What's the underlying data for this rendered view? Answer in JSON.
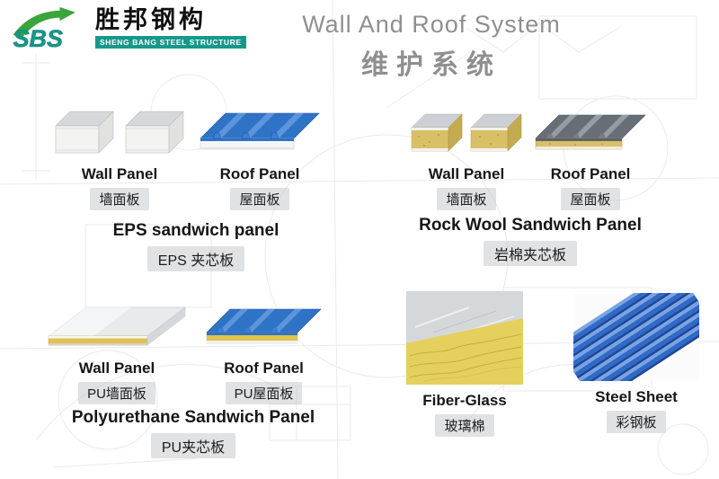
{
  "page": {
    "title_en": "Wall And Roof System",
    "title_zh": "维护系统"
  },
  "logo": {
    "abbr": "SBS",
    "company_zh": "胜邦钢构",
    "company_en": "SHENG BANG STEEL STRUCTURE"
  },
  "sections": [
    {
      "name": "eps",
      "heading_en": "EPS sandwich panel",
      "heading_zh": "EPS 夹芯板",
      "products": [
        {
          "label_en": "Wall Panel",
          "label_zh": "墙面板",
          "icon": "eps-wall-panel-image"
        },
        {
          "label_en": "Roof Panel",
          "label_zh": "屋面板",
          "icon": "eps-roof-panel-image"
        }
      ]
    },
    {
      "name": "rock-wool",
      "heading_en": "Rock Wool Sandwich Panel",
      "heading_zh": "岩棉夹芯板",
      "products": [
        {
          "label_en": "Wall Panel",
          "label_zh": "墙面板",
          "icon": "rock-wool-wall-panel-image"
        },
        {
          "label_en": "Roof Panel",
          "label_zh": "屋面板",
          "icon": "rock-wool-roof-panel-image"
        }
      ]
    },
    {
      "name": "polyurethane",
      "heading_en": "Polyurethane Sandwich Panel",
      "heading_zh": "PU夹芯板",
      "products": [
        {
          "label_en": "Wall Panel",
          "label_zh": "PU墙面板",
          "icon": "pu-wall-panel-image"
        },
        {
          "label_en": "Roof Panel",
          "label_zh": "PU屋面板",
          "icon": "pu-roof-panel-image"
        }
      ]
    },
    {
      "name": "materials",
      "products": [
        {
          "label_en": "Fiber-Glass",
          "label_zh": "玻璃棉",
          "icon": "fiber-glass-image"
        },
        {
          "label_en": "Steel Sheet",
          "label_zh": "彩钢板",
          "icon": "steel-sheet-image"
        }
      ]
    }
  ],
  "colors": {
    "brand_teal": "#17988b",
    "brand_green": "#3aa53c",
    "title_gray": "#8f8f8f",
    "panel_blue": "#2e73c6",
    "core_yellow": "#e1c34d"
  }
}
